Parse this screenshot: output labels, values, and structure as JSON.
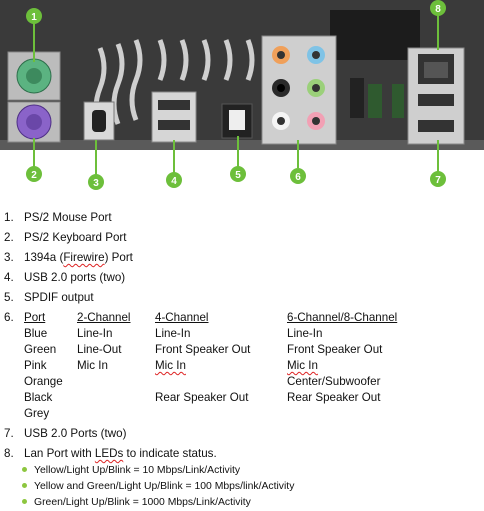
{
  "callout_numbers": [
    "1",
    "2",
    "3",
    "4",
    "5",
    "6",
    "7",
    "8"
  ],
  "colors": {
    "callout_green": "#6dbf3b",
    "ps2_mouse": "#5bb381",
    "ps2_keyboard": "#8a63c9",
    "audio_orange": "#f0a05a",
    "audio_blue": "#7fc3e6",
    "audio_green": "#9bd07a",
    "audio_pink": "#f2a0b4"
  },
  "items": [
    {
      "num": "1.",
      "text": "PS/2 Mouse Port"
    },
    {
      "num": "2.",
      "text": "PS/2 Keyboard Port"
    },
    {
      "num": "3.",
      "pre": "1394a (",
      "sq": "Firewire",
      "post": ") Port"
    },
    {
      "num": "4.",
      "text": "USB 2.0 ports (two)"
    },
    {
      "num": "5.",
      "text": "SPDIF output"
    }
  ],
  "audio_table": {
    "num": "6.",
    "headers": [
      "Port",
      "2-Channel",
      "4-Channel",
      "6-Channel/8-Channel"
    ],
    "rows": [
      [
        "Blue",
        "Line-In",
        "Line-In",
        "Line-In"
      ],
      [
        "Green",
        "Line-Out",
        "Front Speaker Out",
        "Front Speaker Out"
      ],
      [
        "Pink",
        "Mic In",
        "Mic In",
        "Mic In"
      ],
      [
        "Orange",
        "",
        "",
        "Center/Subwoofer"
      ],
      [
        "Black",
        "",
        "Rear Speaker Out",
        "Rear Speaker Out"
      ],
      [
        "Grey",
        "",
        "",
        ""
      ]
    ]
  },
  "item7": {
    "num": "7.",
    "text": "USB 2.0 Ports (two)"
  },
  "item8": {
    "num": "8.",
    "pre": "Lan Port with ",
    "sq": "LEDs",
    "post": " to indicate status."
  },
  "lan_bullets": [
    "Yellow/Light Up/Blink = 10 Mbps/Link/Activity",
    "Yellow and Green/Light Up/Blink = 100 Mbps/link/Activity",
    "Green/Light Up/Blink = 1000 Mbps/Link/Activity"
  ]
}
